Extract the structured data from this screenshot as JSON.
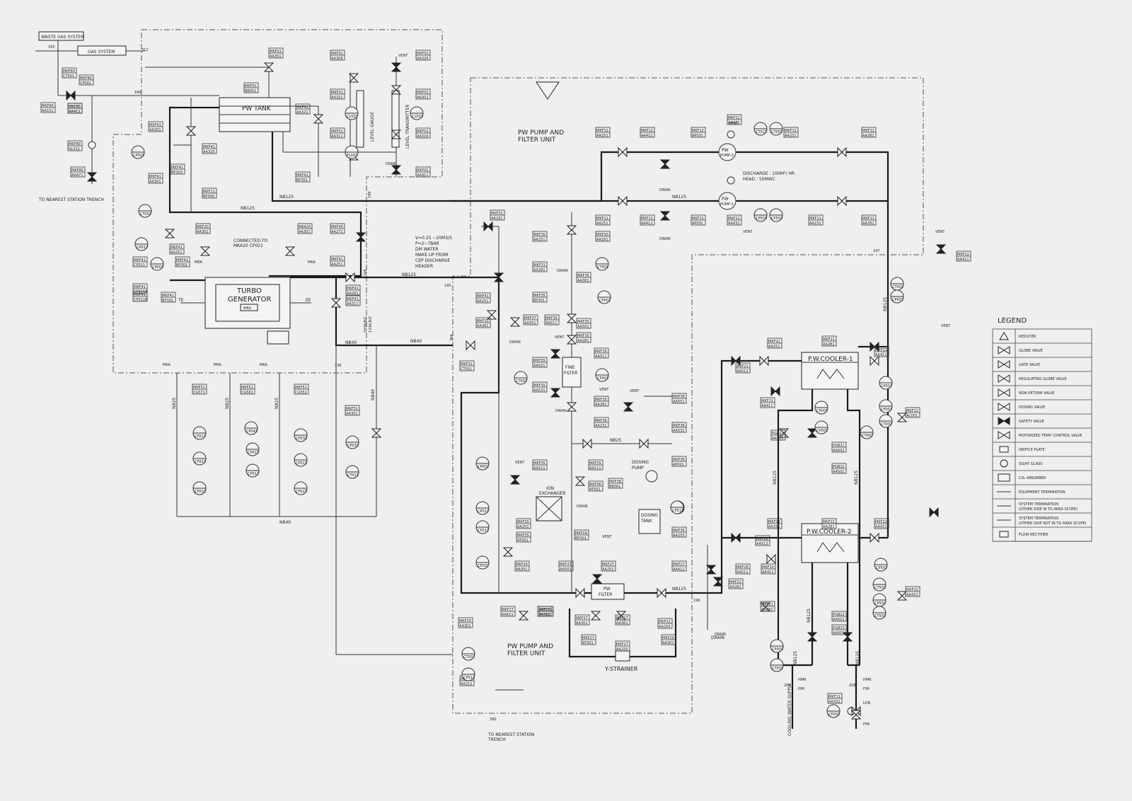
{
  "headers": {
    "waste_gas": "WASTE GAS SYSTEM",
    "gas_system": "GAS SYSTEM",
    "trench_left": "TO NEAREST STATION TRENCH",
    "trench_bottom_1": "TO NEAREST STATION",
    "trench_bottom_2": "TRENCH",
    "pw_tank": "PW TANK",
    "turbo_1": "TURBO",
    "turbo_2": "GENERATOR",
    "mka_box": "MKA",
    "connected_1": "CONNECTED TO",
    "connected_2": "MKA20 CP021",
    "unit_top_1": "PW PUMP AND",
    "unit_top_2": "FILTER UNIT",
    "unit_bottom_1": "PW PUMP AND",
    "unit_bottom_2": "FILTER UNIT",
    "discharge_1": "DISCHARGE : 100M³/ HR",
    "discharge_2": "HEAD : 50MWC",
    "dm_1": "V=0.25 ~20M3/S",
    "dm_2": "P=2~7BAR",
    "dm_3": "DM WATER",
    "dm_4": "MAKE UP FROM",
    "dm_5": "CEP DISCHARGE",
    "dm_6": "HEADER",
    "fine_filter_1": "FINE",
    "fine_filter_2": "FILTER",
    "ion_1": "ION",
    "ion_2": "EXCHANGER",
    "dosing_pump_1": "DOSING",
    "dosing_pump_2": "PUMP",
    "dosing_tank_1": "DOSING",
    "dosing_tank_2": "TANK",
    "pw_filter_1": "PW",
    "pw_filter_2": "FILTER",
    "y_strainer": "Y-STRAINER",
    "cooler_1": "P.W.COOLER-1",
    "cooler_2": "P.W.COOLER-2",
    "cooling_supply": "COOLING WATER SUPPLY",
    "pump2": "PUMP-2",
    "pump1": "PUMP-1",
    "pw": "PW",
    "level_gauge": "LEVEL GAUGE",
    "level_transmitter": "LEVEL TRANSMITTER",
    "te": "TE",
    "ee": "EE"
  },
  "pipe_labels": {
    "nb125_a": "NB125",
    "nb125_b": "NB125",
    "nb125_c": "NB125",
    "nb125_d": "NB125",
    "nb125_e": "NB125",
    "nb125_v1": "NB125",
    "nb125_v2": "NB125",
    "nb125_v3": "NB125",
    "nb125_v4": "NB125",
    "nb125_v5": "NB125",
    "nb125_v6": "NB125",
    "nb40_a": "NB40",
    "nb40_b": "NB40",
    "nb40_c": "NB40",
    "nb40_v": "NB40",
    "nb25": "NB25",
    "nb25_v1": "NB25",
    "nb25_v2": "NB25",
    "nb25_v3": "NB25"
  },
  "small_labels": {
    "vent": "VENT",
    "drain": "DRAIN",
    "mka": "MKA",
    "pim": "PIM",
    "fim": "FIM",
    "hmr": "HMR",
    "ldn": "LDN",
    "num_335": "335",
    "num_312": "312",
    "num_189": "189",
    "num_199": "199",
    "num_188": "188",
    "num_195": "195",
    "num_197": "197",
    "num_136": "136",
    "num_196": "196",
    "num_390": "390",
    "num_208a": "208",
    "num_208b": "208",
    "num_335b": "335",
    "num_384": "384",
    "num_133": "133A/B/C",
    "num_333": "333A/B/C"
  },
  "tags": [
    {
      "a": "MKF80",
      "b": "AA151"
    },
    {
      "a": "MKF80",
      "b": "CT001"
    },
    {
      "a": "MKF80",
      "b": "CP001"
    },
    {
      "a": "MKF80",
      "b": "AA411"
    },
    {
      "a": "MKF80",
      "b": "AA411"
    },
    {
      "a": "MKF80",
      "b": "GL511"
    },
    {
      "a": "MKF80",
      "b": "AA471"
    },
    {
      "a": "MKF01",
      "b": "AA351"
    },
    {
      "a": "MKF01",
      "b": "BB001"
    },
    {
      "a": "MKF01",
      "b": "AA308"
    },
    {
      "a": "MKF01",
      "b": "AA321"
    },
    {
      "a": "MKF01",
      "b": "AA311"
    },
    {
      "a": "MKF01",
      "b": "AA326"
    },
    {
      "a": "MKF01",
      "b": "AA301"
    },
    {
      "a": "MKF01",
      "b": "AA316"
    },
    {
      "a": "MKF01",
      "b": "AA411"
    },
    {
      "a": "MKF41",
      "b": "AA301"
    },
    {
      "a": "MKF41",
      "b": "AA325"
    },
    {
      "a": "MKF41",
      "b": "BP303"
    },
    {
      "a": "MKF41",
      "b": "AA301"
    },
    {
      "a": "MKF11",
      "b": "BP356"
    },
    {
      "a": "MKF41",
      "b": "AA321"
    },
    {
      "a": "MKF41",
      "b": "BP351"
    },
    {
      "a": "MKF41",
      "b": "AA251"
    },
    {
      "a": "MKF41",
      "b": "CP011"
    },
    {
      "a": "MKF41",
      "b": "CF011A"
    },
    {
      "a": "MKF41",
      "b": "CF011B"
    },
    {
      "a": "MKF41",
      "b": "BP301"
    },
    {
      "a": "MKF41",
      "b": "BP302"
    },
    {
      "a": "MKF20",
      "b": "AA301"
    },
    {
      "a": "MKA20",
      "b": "AA301"
    },
    {
      "a": "MKF40",
      "b": "AA271"
    },
    {
      "a": "MKF41",
      "b": "AA251"
    },
    {
      "a": "MKF41",
      "b": "AA261"
    },
    {
      "a": "MKF41",
      "b": "AA311"
    },
    {
      "a": "MKF51",
      "b": "CG571"
    },
    {
      "a": "MKF51",
      "b": "CG561"
    },
    {
      "a": "MKF51",
      "b": "CG551"
    },
    {
      "a": "MKF51",
      "b": "AA301"
    },
    {
      "a": "MKF31",
      "b": "AA181"
    },
    {
      "a": "MKF12",
      "b": "AA251"
    },
    {
      "a": "MKF12",
      "b": "AA411"
    },
    {
      "a": "MKF12",
      "b": "AP001"
    },
    {
      "a": "MKF12",
      "b": "AA431"
    },
    {
      "a": "MKF12",
      "b": "AA231"
    },
    {
      "a": "MKF12",
      "b": "AA281"
    },
    {
      "a": "MKF11",
      "b": "AA251"
    },
    {
      "a": "MKF11",
      "b": "AA411"
    },
    {
      "a": "MKF11",
      "b": "AP001"
    },
    {
      "a": "MKF11",
      "b": "AA431"
    },
    {
      "a": "MKF11",
      "b": "AA231"
    },
    {
      "a": "MKF11",
      "b": "AA281"
    },
    {
      "a": "MKF30",
      "b": "AA291"
    },
    {
      "a": "MKF30",
      "b": "AA251"
    },
    {
      "a": "MKF31",
      "b": "AA281"
    },
    {
      "a": "MKF35",
      "b": "AA301"
    },
    {
      "a": "MKF35",
      "b": "BP301"
    },
    {
      "a": "MKF37",
      "b": "AA451"
    },
    {
      "a": "MKF35",
      "b": "AA511"
    },
    {
      "a": "MKF35",
      "b": "AA501"
    },
    {
      "a": "MKF35",
      "b": "AA281"
    },
    {
      "a": "MKF35",
      "b": "AA511"
    },
    {
      "a": "MKF35",
      "b": "AA521"
    },
    {
      "a": "MKF35",
      "b": "AA531"
    },
    {
      "a": "MKF41",
      "b": "AA251"
    },
    {
      "a": "MKF31",
      "b": "AA361"
    },
    {
      "a": "MKF31",
      "b": "CT001"
    },
    {
      "a": "MKF36",
      "b": "AA551"
    },
    {
      "a": "MKF35",
      "b": "AA261"
    },
    {
      "a": "MKF36",
      "b": "AA531"
    },
    {
      "a": "MKF36",
      "b": "AA231"
    },
    {
      "a": "MKF36",
      "b": "AP001"
    },
    {
      "a": "MKF35",
      "b": "AA511"
    },
    {
      "a": "MKF35",
      "b": "AA111"
    },
    {
      "a": "MKF36",
      "b": "AT001"
    },
    {
      "a": "MKF38",
      "b": "BB001"
    },
    {
      "a": "MKF35",
      "b": "AA255"
    },
    {
      "a": "MKF30",
      "b": "AA251"
    },
    {
      "a": "MKF35",
      "b": "AT001"
    },
    {
      "a": "MKF29",
      "b": "BP301"
    },
    {
      "a": "MKF29",
      "b": "AA351"
    },
    {
      "a": "MKF27",
      "b": "AA611"
    },
    {
      "a": "MKF27",
      "b": "AA501"
    },
    {
      "a": "MKF27",
      "b": "AA251"
    },
    {
      "a": "MKF27",
      "b": "AA361"
    },
    {
      "a": "MKF27",
      "b": "AA301"
    },
    {
      "a": "MKF27",
      "b": "AA411"
    },
    {
      "a": "MKF22",
      "b": "AA255"
    },
    {
      "a": "MKF27",
      "b": "AT001"
    },
    {
      "a": "MKF27",
      "b": "AA255"
    },
    {
      "a": "MKF29",
      "b": "AA301"
    },
    {
      "a": "MKF29",
      "b": "AA411"
    },
    {
      "a": "MKF29",
      "b": "AA301"
    },
    {
      "a": "MKF21",
      "b": "AC001"
    },
    {
      "a": "MKF21",
      "b": "AA281"
    },
    {
      "a": "MKF21",
      "b": "AA251"
    },
    {
      "a": "MKF21",
      "b": "AA411"
    },
    {
      "a": "MKF21",
      "b": "AA512"
    },
    {
      "a": "MKF22",
      "b": "AC001"
    },
    {
      "a": "MKF22",
      "b": "AA281"
    },
    {
      "a": "MKF22",
      "b": "AA251"
    },
    {
      "a": "MKF22",
      "b": "AA411"
    },
    {
      "a": "MKF22",
      "b": "AA512"
    },
    {
      "a": "MKF22",
      "b": "AA421"
    },
    {
      "a": "MKF20",
      "b": "AA411"
    },
    {
      "a": "MKF22",
      "b": "AA282"
    },
    {
      "a": "MKF21",
      "b": "AA282"
    },
    {
      "a": "PGB21",
      "b": "AA501"
    },
    {
      "a": "PGB21",
      "b": "AA502"
    },
    {
      "a": "PGB22",
      "b": "AA501"
    },
    {
      "a": "PGB22",
      "b": "AA502"
    },
    {
      "a": "PGB23",
      "b": "AA001"
    },
    {
      "a": "MKF11",
      "b": "AA331"
    },
    {
      "a": "MKF22",
      "b": "AA411"
    },
    {
      "a": "MKF21",
      "b": "AA411"
    },
    {
      "a": "MKF28",
      "b": "AA511"
    },
    {
      "a": "MKF22",
      "b": "AA211"
    }
  ],
  "instruments": [
    "CP001",
    "CL001",
    "CL001",
    "FL001",
    "CT001",
    "CP011",
    "CP001",
    "CF011",
    "CF021",
    "CP031",
    "CP041",
    "CP021",
    "CP011",
    "CP021",
    "CP031",
    "CP011",
    "CP021",
    "CP031",
    "CT011",
    "CT021",
    "CP501",
    "CT001",
    "CP501",
    "CT001",
    "CT001",
    "CP001",
    "CP001",
    "CP001",
    "CP011",
    "CP011",
    "CP001",
    "CP002",
    "CT001",
    "CP001",
    "CP002",
    "CF001",
    "CT001",
    "CP001",
    "CP001",
    "CT501",
    "CP501",
    "CT501",
    "CP501",
    "CP001",
    "CT001",
    "CP001",
    "CT001",
    "CP511",
    "CP511",
    "CT001"
  ],
  "legend": {
    "title": "LEGEND",
    "items": [
      {
        "label": "REDUCER",
        "icon": "reducer-icon"
      },
      {
        "label": "GLOBE VALVE",
        "icon": "globe-valve-icon"
      },
      {
        "label": "GATE VALVE",
        "icon": "gate-valve-icon"
      },
      {
        "label": "REGULATING GLOBE VALVE",
        "icon": "regulating-globe-valve-icon"
      },
      {
        "label": "NON RETURN VALVE",
        "icon": "non-return-valve-icon"
      },
      {
        "label": "DOSING VALVE",
        "icon": "dosing-valve-icon"
      },
      {
        "label": "SAFETY VALVE",
        "icon": "safety-valve-icon"
      },
      {
        "label": "MOTORIZED TEMP. CONTROL VALVE",
        "icon": "motorized-valve-icon"
      },
      {
        "label": "ORIFICE PLATE",
        "icon": "orifice-plate-icon"
      },
      {
        "label": "SIGHT GLASS",
        "icon": "sight-glass-icon"
      },
      {
        "label": "CO₂ ABSORBER",
        "icon": "co2-absorber-icon"
      },
      {
        "label": "EQUIPMENT TERMINATION",
        "icon": "equipment-termination-icon"
      },
      {
        "label": "SYSTEM TERMINATION",
        "label2": "(OTHER SIDE IN TG AREA SCOPE)",
        "icon": "system-termination-icon"
      },
      {
        "label": "SYSTEM TERMINATION",
        "label2": "(OTHER SIDE NOT IN TG AREA SCOPE)",
        "icon": "system-termination-out-icon"
      },
      {
        "label": "FLOW RECTIFIER",
        "icon": "flow-rectifier-icon"
      }
    ]
  },
  "colors": {
    "line": "#1a1a1a",
    "paper": "#efefef"
  }
}
